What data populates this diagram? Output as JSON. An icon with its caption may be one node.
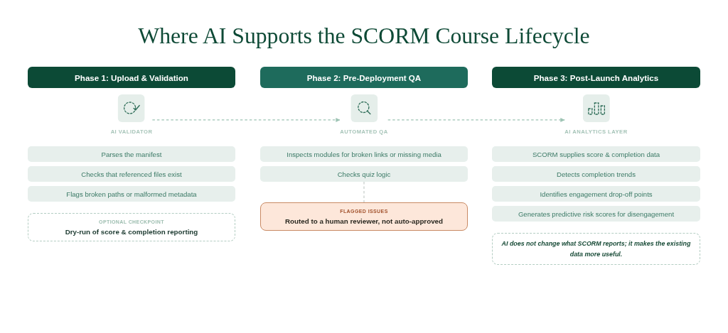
{
  "diagram": {
    "title": "Where AI Supports the SCORM Course Lifecycle",
    "nodes": [
      {
        "text": [
          "Phase 1: Upload & Validation"
        ]
      },
      {
        "text": [
          "AI VALIDATOR"
        ]
      },
      {
        "text": [
          "Parses the manifest"
        ]
      },
      {
        "text": [
          "Checks that referenced files exist"
        ]
      },
      {
        "text": [
          "Flags broken paths or malformed metadata"
        ]
      },
      {
        "text": [
          "OPTIONAL CHECKPOINT",
          "Dry-run of score & completion reporting"
        ]
      },
      {
        "text": [
          "Phase 2: Pre-Deployment QA"
        ]
      },
      {
        "text": [
          "AUTOMATED QA"
        ]
      },
      {
        "text": [
          "Inspects modules for broken links or missing media"
        ]
      },
      {
        "text": [
          "Checks quiz logic"
        ]
      },
      {
        "text": [
          "FLAGGED ISSUES",
          "Routed to a human reviewer, not auto-approved"
        ]
      },
      {
        "text": [
          "Phase 3: Post-Launch Analytics"
        ]
      },
      {
        "text": [
          "AI ANALYTICS LAYER"
        ]
      },
      {
        "text": [
          "SCORM supplies score & completion data"
        ]
      },
      {
        "text": [
          "Detects completion trends"
        ]
      },
      {
        "text": [
          "Identifies engagement drop-off points"
        ]
      },
      {
        "text": [
          "Generates predictive risk scores for disengagement"
        ]
      },
      {
        "text": [
          "AI does not change what SCORM reports; it makes the existing data more useful."
        ]
      }
    ],
    "edges": [
      {
        "from": 1,
        "to": 7,
        "arrow": "to",
        "style": "dashed"
      },
      {
        "from": 7,
        "to": 12,
        "arrow": "to",
        "style": "dashed"
      },
      {
        "from": 9,
        "to": 10,
        "arrow": "none",
        "style": "dashed",
        "color": "#c8cfcc"
      }
    ]
  }
}
